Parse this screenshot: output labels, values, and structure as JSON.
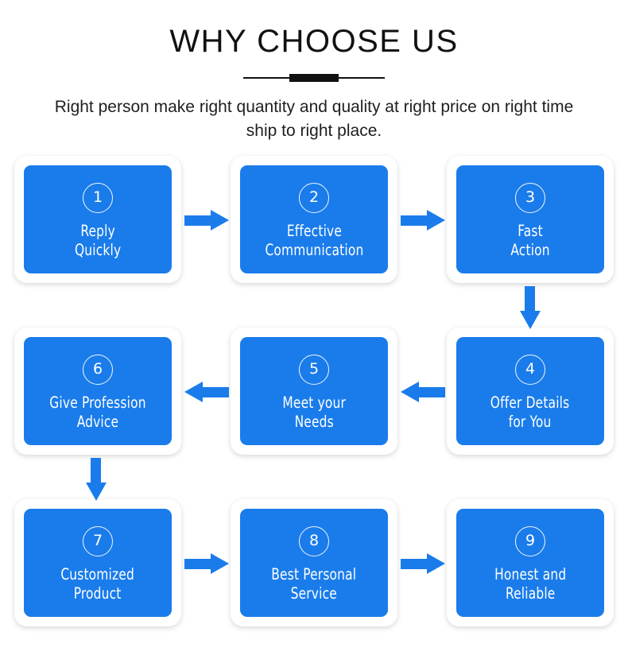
{
  "header": {
    "title": "WHY CHOOSE US",
    "subtitle": "Right person make right quantity and quality at right price on right time ship to right place."
  },
  "colors": {
    "brand_blue": "#1a7ceb",
    "card_background": "#ffffff",
    "page_background": "#ffffff",
    "title_color": "#111111",
    "label_color": "#ffffff"
  },
  "flow": {
    "rows": [
      {
        "direction": "left-to-right",
        "cards": [
          {
            "number": "1",
            "label": "Reply\nQuickly"
          },
          {
            "number": "2",
            "label": "Effective\nCommunication"
          },
          {
            "number": "3",
            "label": "Fast\nAction"
          }
        ],
        "arrows": [
          "arrow-right",
          "arrow-right"
        ]
      },
      {
        "direction": "right-to-left",
        "cards": [
          {
            "number": "6",
            "label": "Give Profession\nAdvice"
          },
          {
            "number": "5",
            "label": "Meet your\nNeeds"
          },
          {
            "number": "4",
            "label": "Offer Details\nfor You"
          }
        ],
        "arrows": [
          "arrow-left",
          "arrow-left"
        ]
      },
      {
        "direction": "left-to-right",
        "cards": [
          {
            "number": "7",
            "label": "Customized\nProduct"
          },
          {
            "number": "8",
            "label": "Best Personal\nService"
          },
          {
            "number": "9",
            "label": "Honest and\nReliable"
          }
        ],
        "arrows": [
          "arrow-right",
          "arrow-right"
        ]
      }
    ],
    "connectors": [
      {
        "icon": "arrow-down-icon",
        "between": "3-to-4",
        "side": "right"
      },
      {
        "icon": "arrow-down-icon",
        "between": "6-to-7",
        "side": "left"
      }
    ]
  }
}
